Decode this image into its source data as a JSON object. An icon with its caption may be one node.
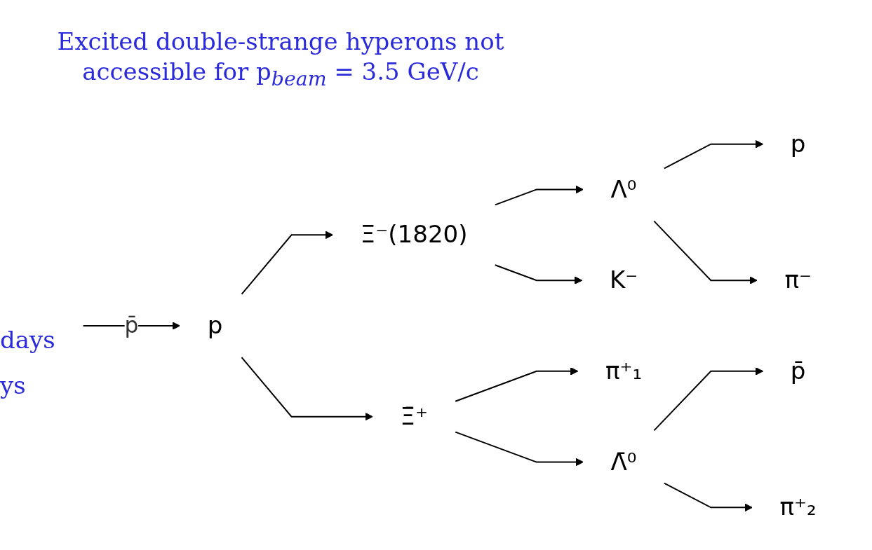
{
  "diagram": {
    "nodes": [
      {
        "text": [
          "p"
        ]
      },
      {
        "text": [
          "Ξ⁻(1820)"
        ]
      },
      {
        "text": [
          "Ξ̄⁺"
        ]
      },
      {
        "text": [
          "Λ⁰"
        ]
      },
      {
        "text": [
          "K⁻"
        ]
      },
      {
        "text": [
          "π⁺₁"
        ]
      },
      {
        "text": [
          "Λ̄⁰"
        ]
      },
      {
        "text": [
          "p"
        ]
      },
      {
        "text": [
          "π⁻"
        ]
      },
      {
        "text": [
          "p̄"
        ]
      },
      {
        "text": [
          "π⁺₂"
        ]
      }
    ],
    "edges": [
      {
        "from": null,
        "to": 0,
        "arrow": "to",
        "label": "p̄"
      },
      {
        "from": 0,
        "to": 1,
        "arrow": "to"
      },
      {
        "from": 0,
        "to": 2,
        "arrow": "to"
      },
      {
        "from": 1,
        "to": 3,
        "arrow": "to"
      },
      {
        "from": 1,
        "to": 4,
        "arrow": "to"
      },
      {
        "from": 2,
        "to": 5,
        "arrow": "to"
      },
      {
        "from": 2,
        "to": 6,
        "arrow": "to"
      },
      {
        "from": 3,
        "to": 7,
        "arrow": "to"
      },
      {
        "from": 3,
        "to": 8,
        "arrow": "to"
      },
      {
        "from": 6,
        "to": 9,
        "arrow": "to"
      },
      {
        "from": 6,
        "to": 10,
        "arrow": "to"
      }
    ],
    "labels": [
      "Excited double-strange hyperons not accessible for p$_{beam}$ = 3.5 GeV/c",
      "days",
      "ys"
    ]
  }
}
